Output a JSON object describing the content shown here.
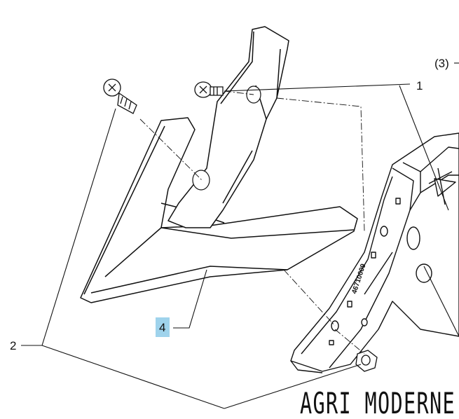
{
  "diagram": {
    "callouts": {
      "ref_3": "(3)",
      "ref_1": "1",
      "ref_2": "2",
      "ref_4": "4"
    },
    "part_number_stamp": "46710009",
    "watermark": "AGRI MODERNE",
    "colors": {
      "line": "#111111",
      "highlight": "#9fd3ec",
      "background": "#ffffff"
    }
  }
}
